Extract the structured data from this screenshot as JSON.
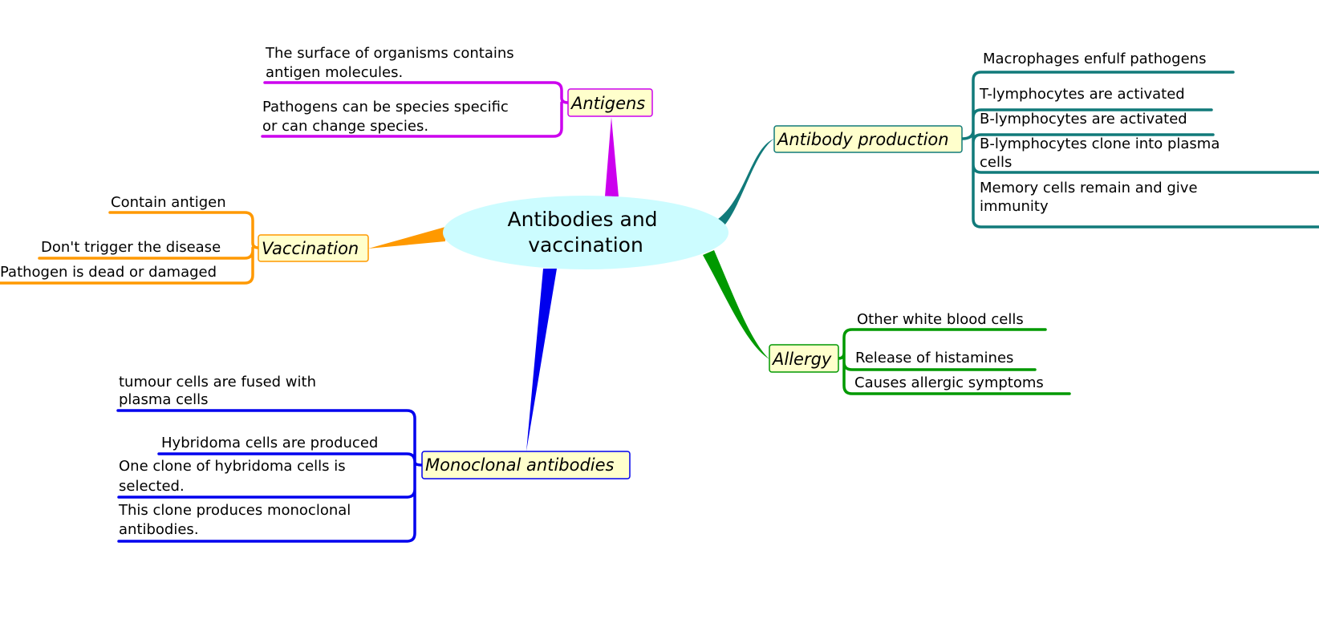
{
  "central": {
    "lines": [
      "Antibodies and",
      "vaccination"
    ],
    "color": "#ccfcff"
  },
  "branches": {
    "antigens": {
      "label": "Antigens",
      "color": "#cc00ee",
      "leaves": [
        {
          "lines": [
            "The surface of organisms contains",
            "antigen molecules."
          ]
        },
        {
          "lines": [
            "Pathogens can be species specific",
            "or can change species."
          ]
        }
      ]
    },
    "vaccination": {
      "label": "Vaccination",
      "color": "#ff9900",
      "leaves": [
        {
          "lines": [
            "Contain antigen"
          ]
        },
        {
          "lines": [
            "Don't trigger the disease"
          ]
        },
        {
          "lines": [
            "Pathogen is dead or damaged"
          ]
        }
      ]
    },
    "antibody_production": {
      "label": "Antibody production",
      "color": "#117a7a",
      "leaves": [
        {
          "lines": [
            "Macrophages enfulf pathogens"
          ]
        },
        {
          "lines": [
            "T-lymphocytes are activated"
          ]
        },
        {
          "lines": [
            "B-lymphocytes are activated"
          ]
        },
        {
          "lines": [
            "B-lymphocytes clone into plasma",
            "cells"
          ]
        },
        {
          "lines": [
            "Memory cells remain and give",
            "immunity"
          ]
        }
      ]
    },
    "allergy": {
      "label": "Allergy",
      "color": "#009900",
      "leaves": [
        {
          "lines": [
            "Other white blood cells"
          ]
        },
        {
          "lines": [
            "Release of histamines"
          ]
        },
        {
          "lines": [
            "Causes allergic symptoms"
          ]
        }
      ]
    },
    "monoclonal": {
      "label": "Monoclonal antibodies",
      "color": "#0000ee",
      "leaves": [
        {
          "lines": [
            "tumour cells are fused with",
            "plasma cells"
          ]
        },
        {
          "lines": [
            "Hybridoma cells are produced"
          ]
        },
        {
          "lines": [
            "One clone of hybridoma cells is",
            "selected."
          ]
        },
        {
          "lines": [
            "This clone produces monoclonal",
            "antibodies."
          ]
        }
      ]
    }
  }
}
